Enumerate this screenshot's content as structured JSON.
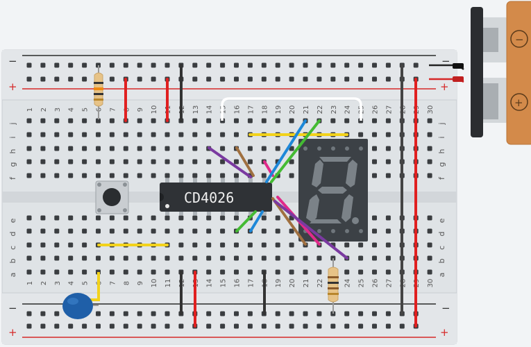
{
  "breadboard": {
    "column_numbers": [
      "1",
      "2",
      "3",
      "4",
      "5",
      "6",
      "7",
      "8",
      "9",
      "10",
      "11",
      "12",
      "13",
      "14",
      "15",
      "16",
      "17",
      "18",
      "19",
      "20",
      "21",
      "22",
      "23",
      "24",
      "25",
      "26",
      "27",
      "28",
      "29",
      "30"
    ],
    "row_letters_top": [
      "j",
      "i",
      "h",
      "g",
      "f"
    ],
    "row_letters_bottom": [
      "e",
      "d",
      "c",
      "b",
      "a"
    ],
    "rail_minus": "−",
    "rail_plus": "+"
  },
  "ic": {
    "label": "CD4026"
  },
  "battery": {
    "minus_symbol": "−",
    "plus_symbol": "+"
  },
  "colors": {
    "board": "#dfe3e6",
    "rail_red": "#d62828",
    "rail_black": "#2b2b2b",
    "wire_yellow": "#f2d21b",
    "wire_red": "#e02020",
    "wire_black": "#333333",
    "wire_blue": "#1e88d8",
    "wire_green": "#44bb33",
    "wire_purple": "#7a3aa0",
    "wire_brown": "#a07040",
    "wire_magenta": "#e02a8a",
    "battery_body": "#d38a4a"
  }
}
